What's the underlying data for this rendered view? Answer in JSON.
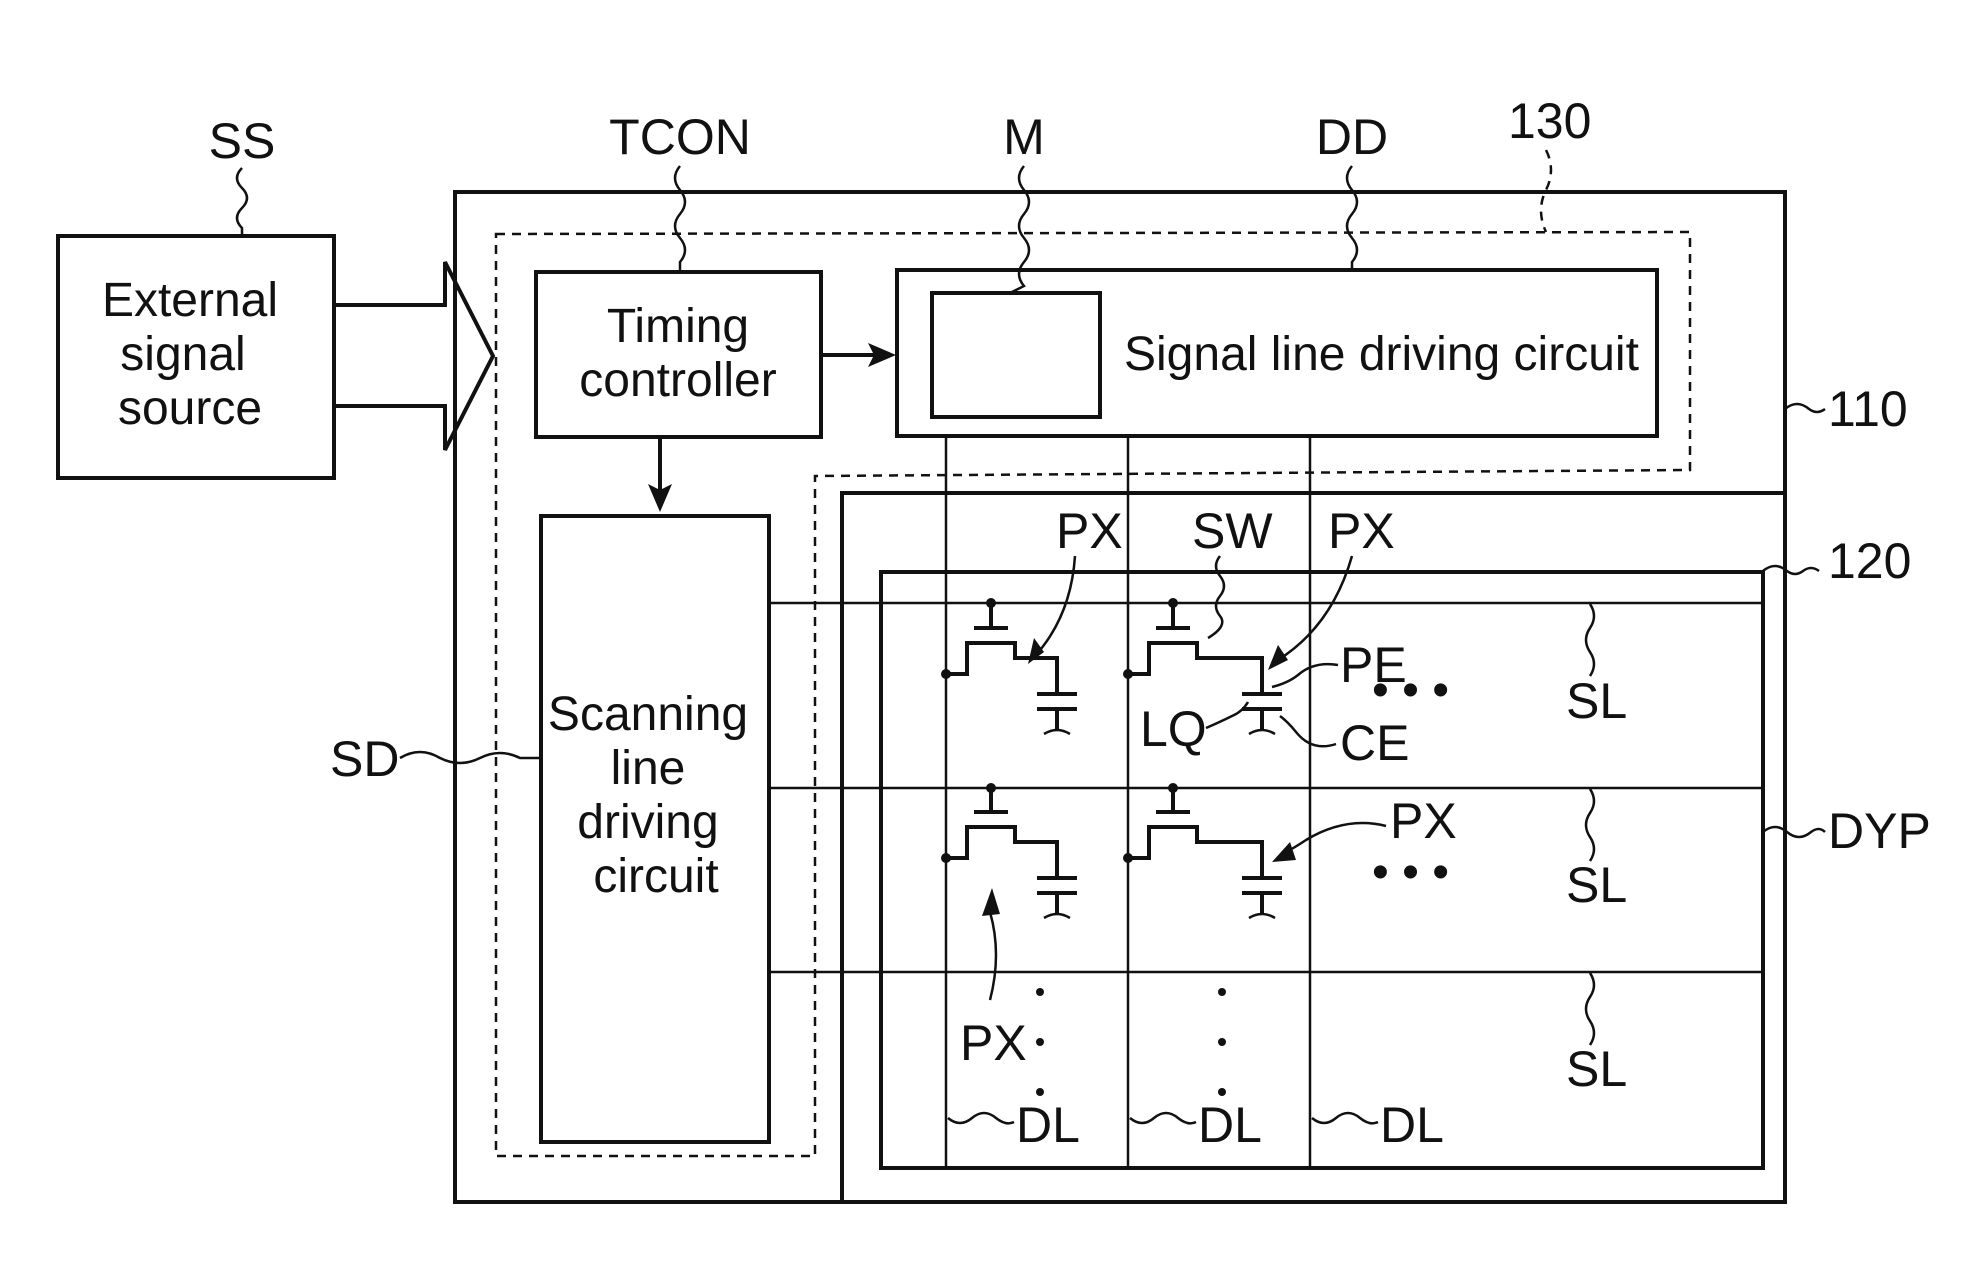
{
  "figure": {
    "external_source": {
      "tag": "SS",
      "lines": [
        "External",
        "signal",
        "source"
      ]
    },
    "timing_controller": {
      "tag": "TCON",
      "lines": [
        "Timing",
        "controller"
      ]
    },
    "memory": {
      "tag": "M"
    },
    "signal_driver": {
      "tag": "DD",
      "text": "Signal line driving circuit"
    },
    "scan_driver": {
      "tag": "SD",
      "lines": [
        "Scanning",
        "line",
        "driving",
        "circuit"
      ]
    },
    "refs": {
      "r130": "130",
      "r110": "110",
      "r120": "120",
      "dyp": "DYP"
    },
    "pixel_labels": {
      "px": "PX",
      "sw": "SW",
      "pe": "PE",
      "lq": "LQ",
      "ce": "CE"
    },
    "scan_line_label": "SL",
    "data_line_label": "DL",
    "ellipsis": "• • •"
  }
}
